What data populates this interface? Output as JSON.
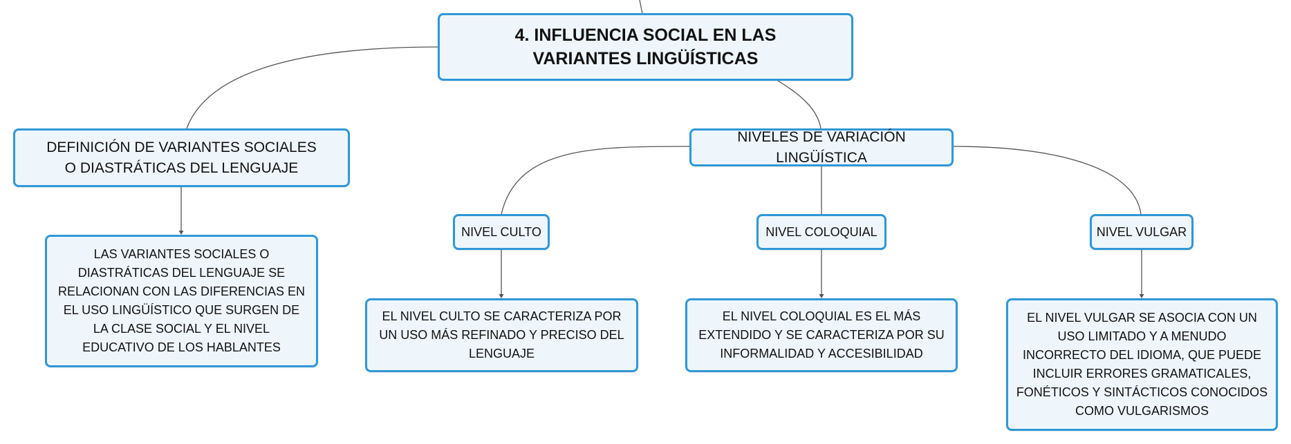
{
  "diagram": {
    "root": {
      "label": "4. INFLUENCIA SOCIAL EN LAS VARIANTES LINGÜÍSTICAS"
    },
    "definition": {
      "label": "DEFINICIÓN DE VARIANTES SOCIALES O DIASTRÁTICAS DEL LENGUAJE",
      "detail": "LAS VARIANTES SOCIALES O DIASTRÁTICAS DEL LENGUAJE SE RELACIONAN CON LAS DIFERENCIAS EN EL USO LINGÜÍSTICO QUE SURGEN DE LA CLASE SOCIAL Y EL NIVEL EDUCATIVO DE LOS HABLANTES"
    },
    "levels": {
      "label": "NIVELES DE VARIACIÓN LINGÜÍSTICA",
      "items": [
        {
          "label": "NIVEL CULTO",
          "detail": "EL NIVEL CULTO SE CARACTERIZA POR UN USO MÁS REFINADO Y PRECISO DEL LENGUAJE"
        },
        {
          "label": "NIVEL COLOQUIAL",
          "detail": "EL NIVEL COLOQUIAL ES EL MÁS EXTENDIDO Y SE CARACTERIZA POR SU INFORMALIDAD Y ACCESIBILIDAD"
        },
        {
          "label": "NIVEL VULGAR",
          "detail": "EL NIVEL VULGAR SE ASOCIA CON UN USO LIMITADO Y A MENUDO INCORRECTO DEL IDIOMA, QUE PUEDE INCLUIR ERRORES GRAMATICALES, FONÉTICOS Y SINTÁCTICOS CONOCIDOS COMO VULGARISMOS"
        }
      ]
    }
  },
  "colors": {
    "node_border": "#2f97d6",
    "node_fill": "#eef6fc",
    "connector": "#555555"
  }
}
